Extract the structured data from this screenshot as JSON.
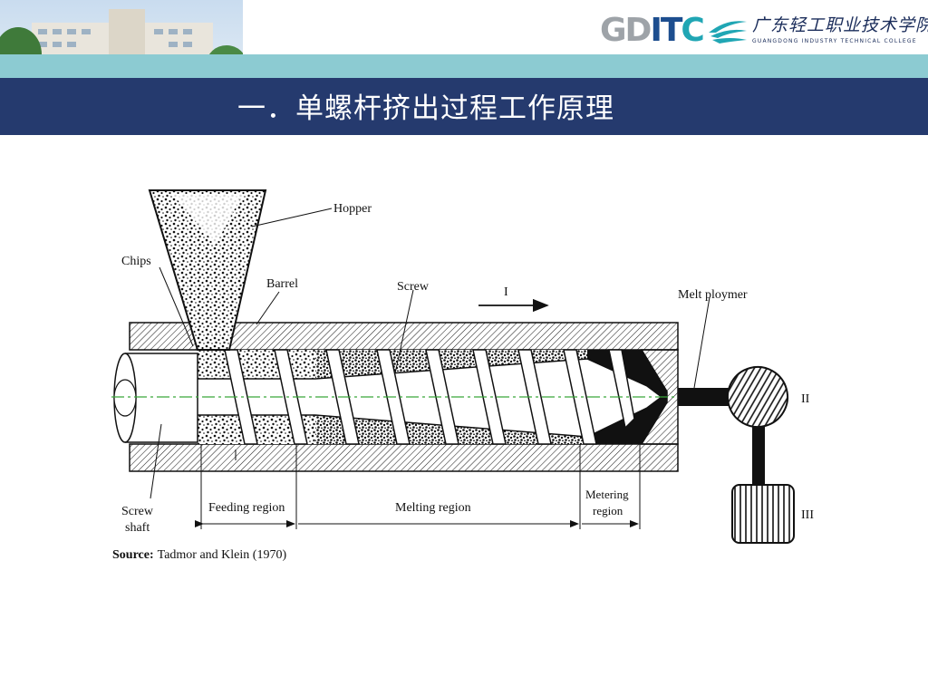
{
  "header": {
    "title": "一．单螺杆挤出过程工作原理",
    "band_color": "#8ccbd2",
    "title_band_color": "#253a6e"
  },
  "logo": {
    "part_gd": "GD",
    "part_it": "IT",
    "part_c": "C",
    "name_cn": "广东轻工职业技术学院",
    "name_en": "GUANGDONG INDUSTRY TECHNICAL COLLEGE"
  },
  "diagram": {
    "labels": {
      "hopper": "Hopper",
      "chips": "Chips",
      "barrel": "Barrel",
      "screw": "Screw",
      "arrow_i": "I",
      "melt": "Melt ploymer",
      "ii": "II",
      "iii": "III",
      "screw_shaft_1": "Screw",
      "screw_shaft_2": "shaft",
      "feeding": "Feeding region",
      "melting": "Melting region",
      "metering_1": "Metering",
      "metering_2": "region"
    },
    "source_label": "Source:",
    "source_text": "Tadmor and Klein (1970)"
  }
}
